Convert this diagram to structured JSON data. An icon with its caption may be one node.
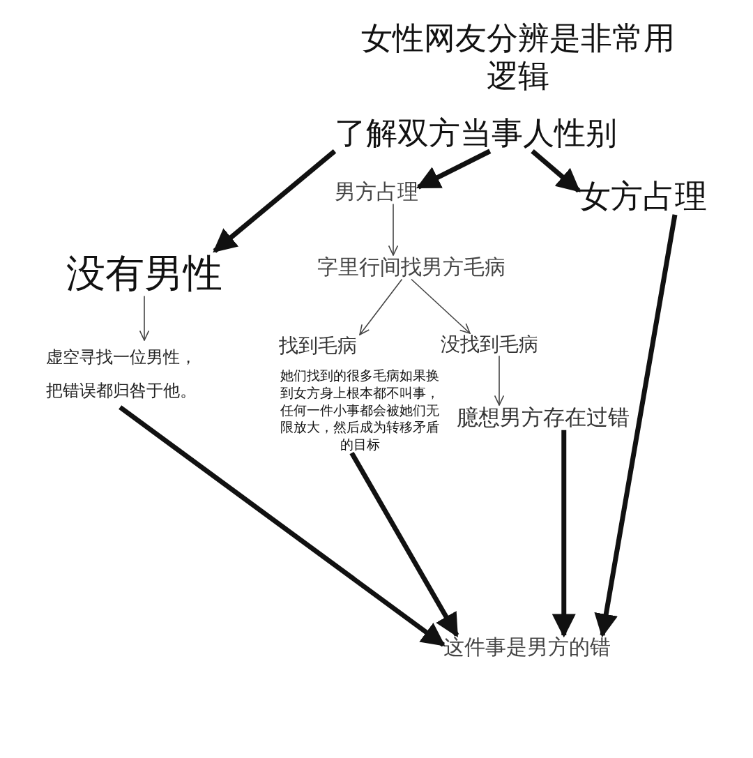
{
  "diagram": {
    "title": "女性网友分辨是非常用逻辑",
    "nodes": [
      {
        "text": [
          "了解双方当事人性别"
        ]
      },
      {
        "text": [
          "没有男性"
        ]
      },
      {
        "text": [
          "男方占理"
        ]
      },
      {
        "text": [
          "女方占理"
        ]
      },
      {
        "text": [
          "虚空寻找一位男性，把错误都归咎于他。"
        ]
      },
      {
        "text": [
          "字里行间找男方毛病"
        ]
      },
      {
        "text": [
          "找到毛病",
          "她们找到的很多毛病如果换到女方身上根本都不叫事，任何一件小事都会被她们无限放大，然后成为转移矛盾的目标"
        ]
      },
      {
        "text": [
          "没找到毛病"
        ]
      },
      {
        "text": [
          "臆想男方存在过错"
        ]
      },
      {
        "text": [
          "这件事是男方的错"
        ]
      }
    ],
    "edges": [
      {
        "from": 0,
        "to": 1,
        "arrow": "to"
      },
      {
        "from": 0,
        "to": 2,
        "arrow": "to"
      },
      {
        "from": 0,
        "to": 3,
        "arrow": "to"
      },
      {
        "from": 1,
        "to": 4,
        "arrow": "to"
      },
      {
        "from": 2,
        "to": 5,
        "arrow": "to"
      },
      {
        "from": 5,
        "to": 6,
        "arrow": "to"
      },
      {
        "from": 5,
        "to": 7,
        "arrow": "to"
      },
      {
        "from": 7,
        "to": 8,
        "arrow": "to"
      },
      {
        "from": 4,
        "to": 9,
        "arrow": "to"
      },
      {
        "from": 6,
        "to": 9,
        "arrow": "to"
      },
      {
        "from": 8,
        "to": 9,
        "arrow": "to"
      },
      {
        "from": 3,
        "to": 9,
        "arrow": "to"
      }
    ]
  }
}
